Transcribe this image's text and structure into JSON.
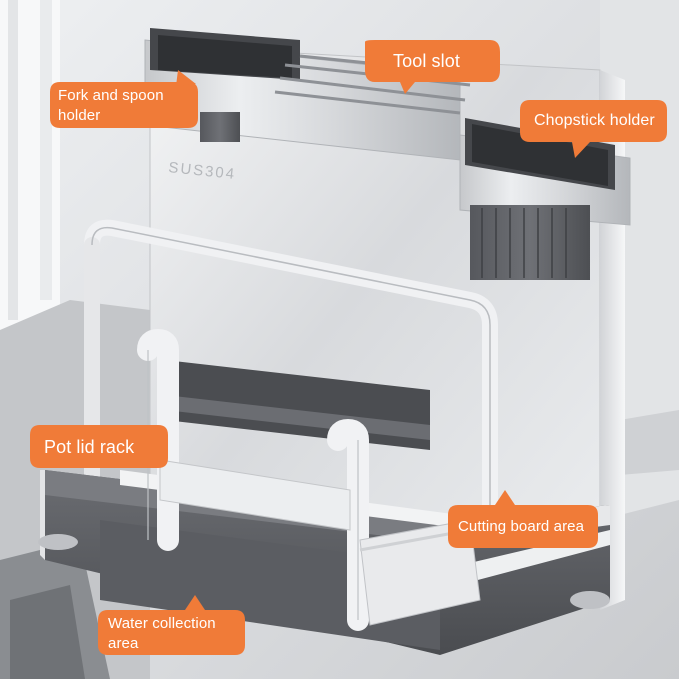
{
  "product": {
    "engraving": "SUS304"
  },
  "labels": {
    "tool_slot": "Tool slot",
    "fork_spoon_line1": "Fork and spoon",
    "fork_spoon_line2": "holder",
    "chopstick": "Chopstick holder",
    "pot_lid": "Pot lid rack",
    "cutting_board": "Cutting board area",
    "water_line1": "Water collection",
    "water_line2": "area"
  },
  "colors": {
    "callout_orange": "#f07b38",
    "steel_light": "#e8e9eb",
    "steel_dark": "#9fa2a6",
    "plastic_gray": "#5c5e63",
    "background": "#d9dadc"
  }
}
